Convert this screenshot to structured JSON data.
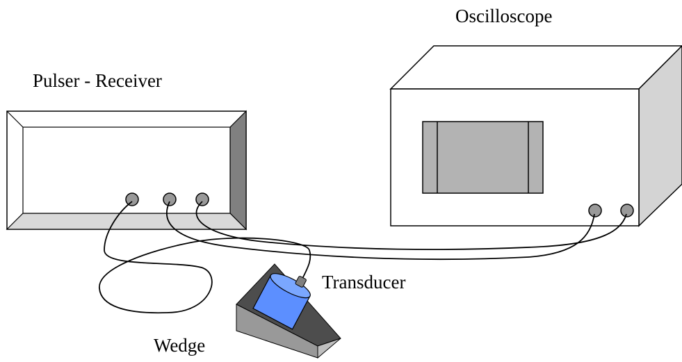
{
  "labels": {
    "oscilloscope": "Oscilloscope",
    "pulser_receiver": "Pulser - Receiver",
    "transducer": "Transducer",
    "wedge": "Wedge"
  },
  "colors": {
    "line": "#000000",
    "panel_gray": "#b3b3b3",
    "bevel_dark": "#808080",
    "bevel_light": "#d9d9d9",
    "side_gray": "#d4d4d4",
    "connector": "#999999",
    "transducer_blue": "#5c8fff",
    "transducer_top": "#7aa7ff",
    "wedge_top": "#4d4d4d",
    "wedge_side": "#999999",
    "wedge_front": "#bfbfbf"
  }
}
